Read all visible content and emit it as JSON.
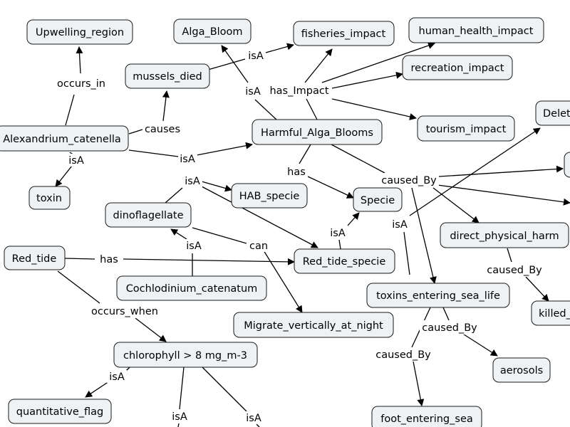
{
  "concepts": {
    "upwelling_region": "Upwelling_region",
    "alga_bloom": "Alga_Bloom",
    "fisheries_impact": "fisheries_impact",
    "human_health_impact": "human_health_impact",
    "mussels_died": "mussels_died",
    "recreation_impact": "recreation_impact",
    "alexandrium_catenella": "Alexandrium_catenella",
    "harmful_alga_blooms": "Harmful_Alga_Blooms",
    "tourism_impact": "tourism_impact",
    "delete_partial": "Delet",
    "toxin": "toxin",
    "hab_specie": "HAB_specie",
    "dinoflagellate": "dinoflagellate",
    "specie": "Specie",
    "direct_physical_harm": "direct_physical_harm",
    "red_tide": "Red_tide",
    "red_tide_specie": "Red_tide_specie",
    "cochlodinium_catenatum": "Cochlodinium_catenatum",
    "toxins_entering_sea_life": "toxins_entering_sea_life",
    "killed_partial": "killed_",
    "migrate_vertically": "Migrate_vertically_at_night",
    "chlorophyll": "chlorophyll > 8 mg_m-3",
    "aerosols": "aerosols",
    "quantitative_flag": "quantitative_flag",
    "foot_entering_sea": "foot_entering_sea"
  },
  "links": {
    "occurs_in": "occurs_in",
    "isa_mussels_alga": "isA",
    "causes": "causes",
    "isa_hab_alga": "isA",
    "has_impact": "has_Impact",
    "isa_alex_hab": "isA",
    "isa_alex_toxin": "isA",
    "has_hab_specie": "has",
    "caused_by_hab": "caused_By",
    "isa_dino_hab_specie": "isA",
    "isa_red_tide_specie": "isA",
    "isa_toxins_delete": "isA",
    "can": "can",
    "isa_cochlo_dino": "isA",
    "has_red_tide": "has",
    "caused_by_harm": "caused_By",
    "occurs_when": "occurs_when",
    "caused_by_aerosols": "caused_By",
    "caused_by_foot": "caused_By",
    "isa_quant": "isA",
    "isa_chl_a": "isA",
    "isa_chl_b": "isA"
  }
}
